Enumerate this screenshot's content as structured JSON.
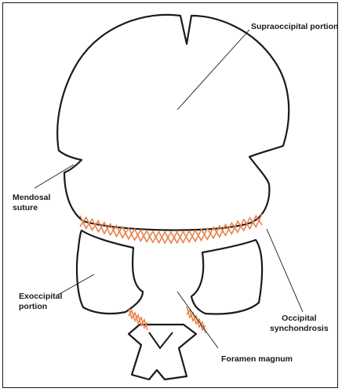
{
  "diagram": {
    "labels": {
      "supraoccipital": "Supraoccipital portion",
      "mendosal_line1": "Mendosal",
      "mendosal_line2": "suture",
      "exoccipital_line1": "Exoccipital",
      "exoccipital_line2": "portion",
      "occipital_line1": "Occipital",
      "occipital_line2": "synchondrosis",
      "foramen": "Foramen magnum"
    },
    "colors": {
      "outline": "#1a1a1a",
      "suture": "#e8824a",
      "background": "#ffffff"
    }
  }
}
